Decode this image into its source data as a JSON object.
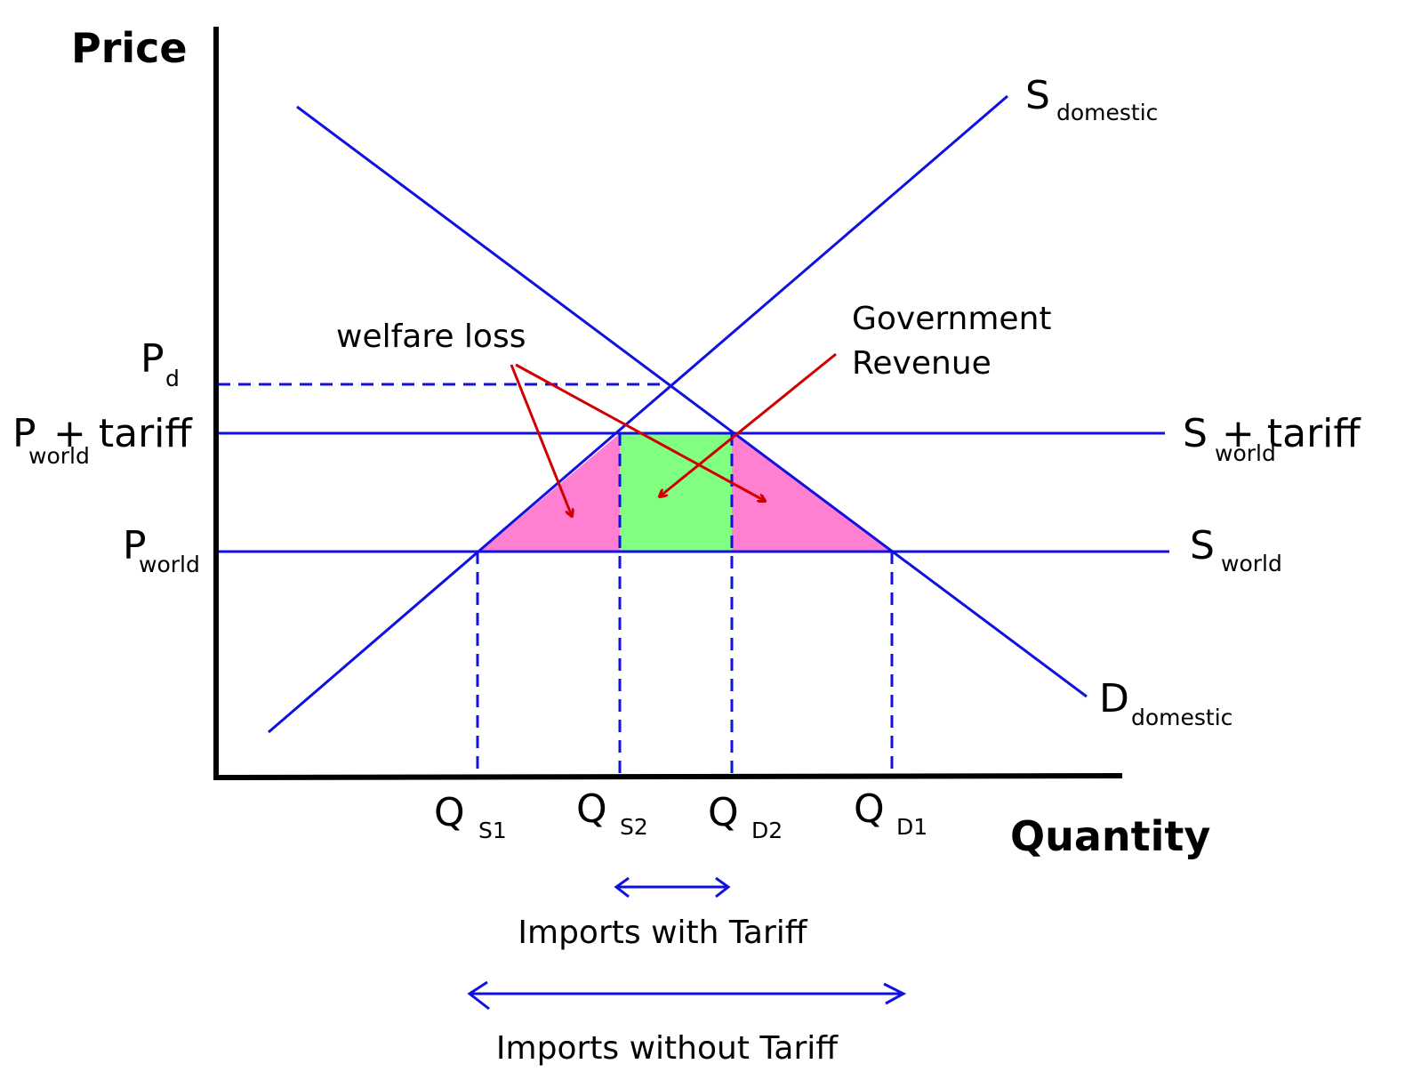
{
  "axes": {
    "y_title": "Price",
    "x_title": "Quantity"
  },
  "price_labels": {
    "pd": {
      "main": "P",
      "sub": "d"
    },
    "pworld_tariff": {
      "main": "P",
      "sub": "world",
      "suffix": "+ tariff"
    },
    "pworld": {
      "main": "P",
      "sub": "world"
    }
  },
  "quantity_labels": {
    "qs1": {
      "main": "Q",
      "sub": "S1"
    },
    "qs2": {
      "main": "Q",
      "sub": "S2"
    },
    "qd2": {
      "main": "Q",
      "sub": "D2"
    },
    "qd1": {
      "main": "Q",
      "sub": "D1"
    }
  },
  "curve_labels": {
    "s_domestic": {
      "main": "S",
      "sub": "domestic"
    },
    "d_domestic": {
      "main": "D",
      "sub": "domestic"
    },
    "s_world_tariff": {
      "main": "S",
      "sub": "world",
      "suffix": "+ tariff"
    },
    "s_world": {
      "main": "S",
      "sub": "world"
    }
  },
  "annotations": {
    "welfare_loss": "welfare loss",
    "gov_revenue_line1": "Government",
    "gov_revenue_line2": "Revenue",
    "imports_with_tariff": "Imports with Tariff",
    "imports_without_tariff": "Imports without Tariff"
  },
  "colors": {
    "curve": "#1010e0",
    "axis": "#000000",
    "arrow": "#d00000",
    "welfare_loss_fill": "#ff80d0",
    "revenue_fill": "#80ff80"
  }
}
